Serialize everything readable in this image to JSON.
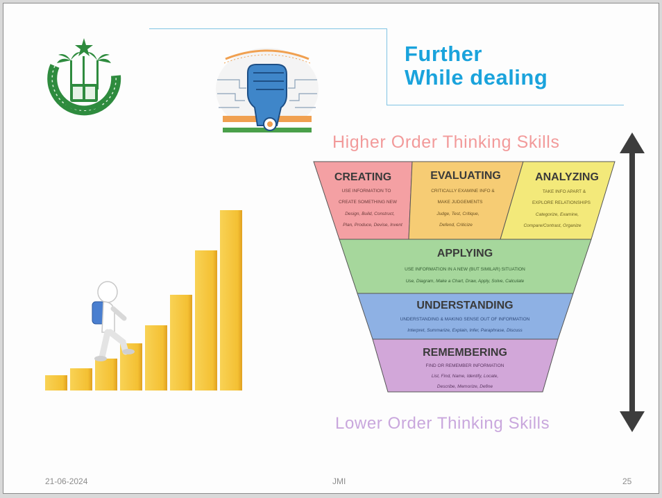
{
  "slide": {
    "title_line1": "Further",
    "title_line2": "While dealing",
    "higher_label": "Higher Order Thinking Skills",
    "lower_label": "Lower Order Thinking Skills"
  },
  "taxonomy": {
    "creating": {
      "title": "CREATING",
      "line1": "USE INFORMATION TO",
      "line2": "CREATE SOMETHING NEW",
      "verbs1": "Design, Build, Construct,",
      "verbs2": "Plan, Produce, Devise, Invent"
    },
    "evaluating": {
      "title": "EVALUATING",
      "line1": "CRITICALLY EXAMINE INFO &",
      "line2": "MAKE JUDGEMENTS",
      "verbs1": "Judge, Test, Critique,",
      "verbs2": "Defend, Criticize"
    },
    "analyzing": {
      "title": "ANALYZING",
      "line1": "TAKE INFO APART &",
      "line2": "EXPLORE RELATIONSHIPS",
      "verbs1": "Categorize, Examine,",
      "verbs2": "Compare/Contrast, Organize"
    },
    "applying": {
      "title": "APPLYING",
      "line1": "USE INFORMATION IN A NEW (BUT SIMILAR) SITUATION",
      "verbs1": "Use, Diagram, Make a Chart, Draw, Apply, Solve, Calculate"
    },
    "understanding": {
      "title": "UNDERSTANDING",
      "line1": "UNDERSTANDING & MAKING SENSE OUT OF INFORMATION",
      "verbs1": "Interpret, Summarize, Explain, Infer, Paraphrase, Discuss"
    },
    "remembering": {
      "title": "REMEMBERING",
      "line1": "FIND OR REMEMBER INFORMATION",
      "verbs1": "List, Find, Name, Identify, Locate,",
      "verbs2": "Describe, Memorize, Define"
    }
  },
  "footer": {
    "date": "21-06-2024",
    "center": "JMI",
    "page": "25"
  },
  "colors": {
    "title": "#1aa3dc",
    "creating": "#f4a0a3",
    "evaluating": "#f6cc74",
    "analyzing": "#f3e97a",
    "applying": "#a6d79c",
    "understanding": "#8eb1e4",
    "remembering": "#d2a7d9",
    "bars": "#f4c033"
  },
  "icons": [
    "university-emblem-icon",
    "raised-fist-icon",
    "person-climbing-stairs-icon",
    "double-arrow-icon"
  ]
}
